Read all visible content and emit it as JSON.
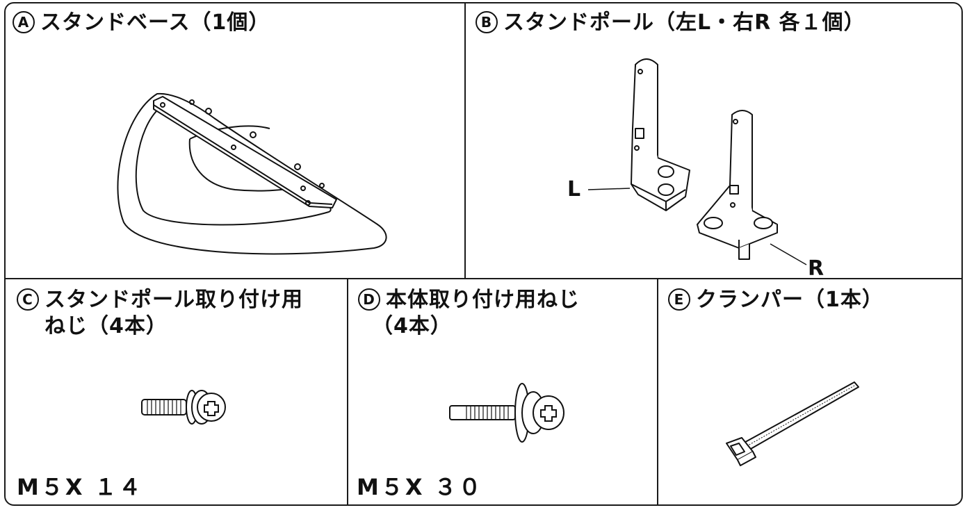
{
  "parts": {
    "a": {
      "marker": "A",
      "title": "スタンドベース（1個）"
    },
    "b": {
      "marker": "B",
      "title": "スタンドポール（左L・右R 各１個）",
      "label_left": "L",
      "label_right": "R"
    },
    "c": {
      "marker": "C",
      "title_line1": "スタンドポール取り付け用",
      "title_line2": "ねじ（4本）",
      "spec": "M５X １４"
    },
    "d": {
      "marker": "D",
      "title_line1": "本体取り付け用ねじ",
      "title_line2": "（4本）",
      "spec": "M５X ３０"
    },
    "e": {
      "marker": "E",
      "title": "クランパー（1本）"
    }
  }
}
